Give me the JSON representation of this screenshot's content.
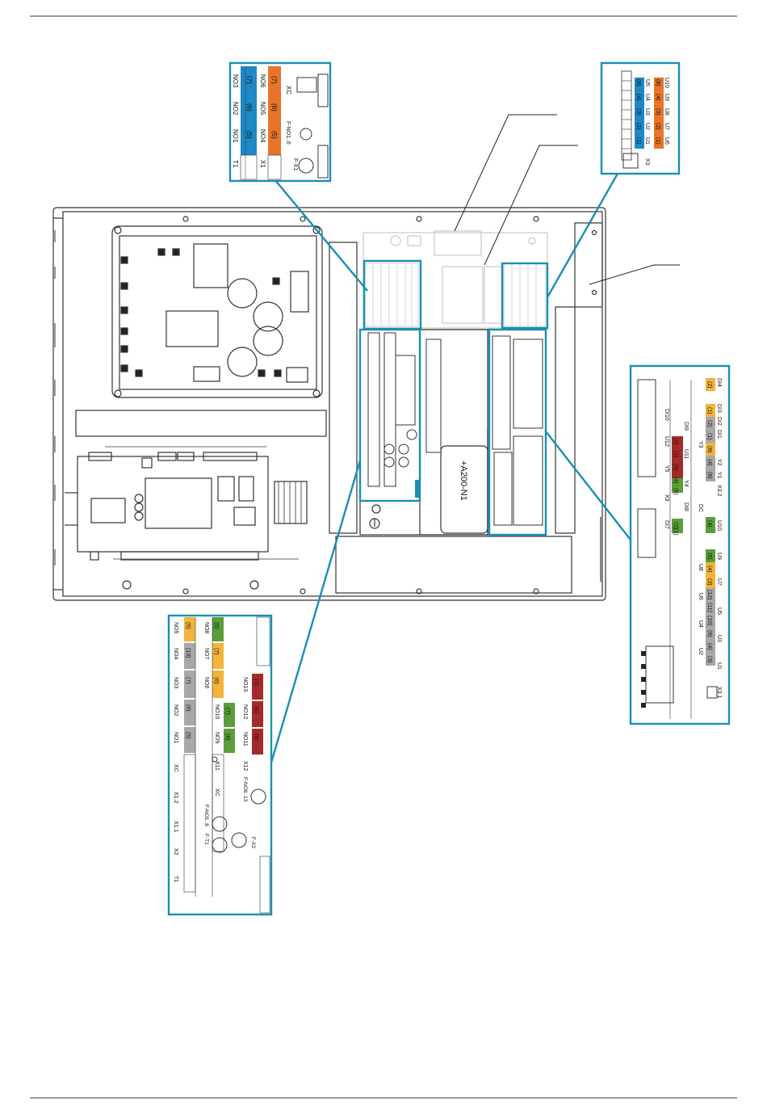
{
  "colors": {
    "frame": "#1a8fb3",
    "blue": "#1f88c6",
    "orange": "#e8732a",
    "yellow": "#f2b43a",
    "green": "#5a9e3a",
    "red": "#a52a2a",
    "gray": "#a8a8a8",
    "line": "#333333",
    "light": "#c9c9c9",
    "rule": "#9a9a9a"
  },
  "module": {
    "label": "+A200-N1"
  },
  "zoomTopLeft": {
    "nos": [
      "NO3",
      "NO2",
      "NO1",
      "T1"
    ],
    "blueNums": [
      "(7)",
      "(6)",
      "(5)"
    ],
    "nos2": [
      "NO6",
      "NO5",
      "NO4",
      "X1"
    ],
    "orangeNums": [
      "(7)",
      "(6)",
      "(5)"
    ],
    "xc": "XC",
    "fuse1": "F-NO1..6",
    "fuse2": "F-X1"
  },
  "zoomTopRight": {
    "blueLabels": [
      "U5",
      "U4",
      "U3",
      "U2",
      "U1"
    ],
    "blueNums": [
      "(8)",
      "(4)",
      "(3)",
      "(2)",
      "(1)"
    ],
    "orangeLabels": [
      "U10",
      "U9",
      "U8",
      "U7",
      "U6"
    ],
    "orangeNums": [
      "(8)",
      "(4)",
      "(3)",
      "(2)",
      "(1)"
    ],
    "x3": "X3"
  },
  "zoomRight": {
    "top": [
      "DI4",
      "DI3",
      "DI2",
      "DI1",
      "Y2",
      "Y1",
      "X3.2"
    ],
    "topNums": [
      "(2)",
      "(1)",
      "(2)",
      "(1)",
      "(8)",
      "(4)",
      "(8)"
    ],
    "mid": [
      "DI10",
      "DI9",
      "U12",
      "U11",
      "Y3",
      "Y5",
      "X3",
      "Y4",
      "DI8",
      "DI7",
      "DC",
      "U10"
    ],
    "midNums": [
      "(2)",
      "(1)",
      "(5)",
      "(4)",
      "(8)",
      "(2)",
      "(1)",
      "(4)"
    ],
    "bottom": [
      "U9",
      "U8",
      "U7",
      "U6",
      "U5",
      "U4",
      "U3",
      "U2",
      "U1",
      "X3.1"
    ],
    "bottomNums": [
      "(5)",
      "(4)",
      "(3)",
      "(12)",
      "(11)",
      "(10)",
      "(9)",
      "(4)",
      "(3)"
    ]
  },
  "zoomBottom": {
    "col1": [
      "NO5",
      "NO4",
      "NO3",
      "NO2",
      "NO1",
      "XC",
      "X1.2",
      "X1.1",
      "X2",
      "T1"
    ],
    "col1Nums": [
      "(5)",
      "(13)",
      "(7)",
      "(6)",
      "(5)"
    ],
    "col2": [
      "NO8",
      "NO7",
      "NO6",
      "NO10",
      "NO9",
      "X11",
      "XC",
      "F-NO1..8",
      "F-T1"
    ],
    "col2Nums": [
      "(5)",
      "(7)",
      "(6)",
      "(7)",
      "(6)"
    ],
    "col3": [
      "NO13",
      "NO12",
      "NO11",
      "X12",
      "F-NO9..13",
      "F-X2"
    ],
    "col3Nums": [
      "(7)",
      "(6)",
      "(5)"
    ]
  }
}
